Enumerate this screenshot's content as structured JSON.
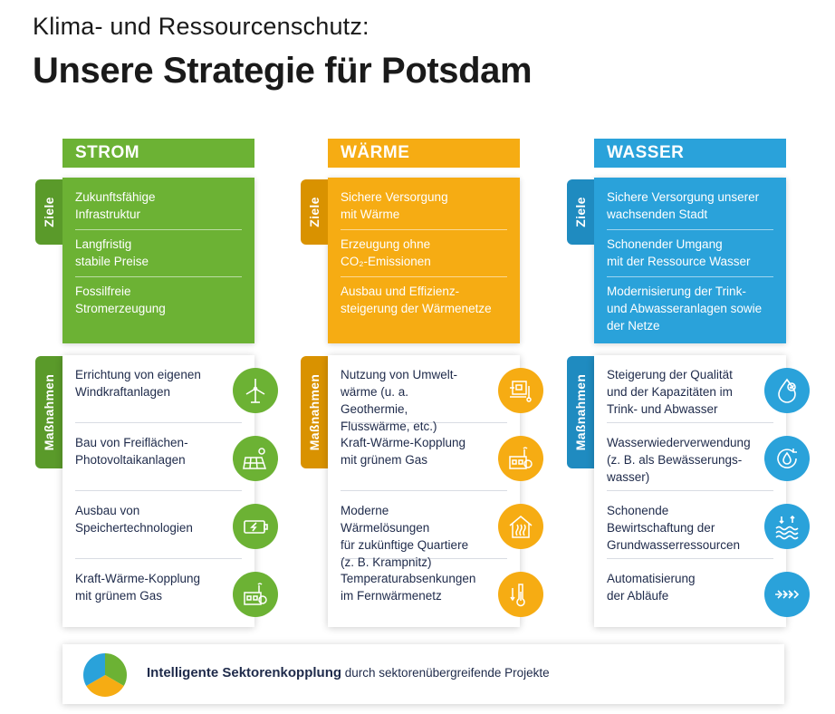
{
  "header": {
    "subtitle": "Klima- und Ressourcenschutz:",
    "title": "Unsere Strategie für Potsdam"
  },
  "tags": {
    "goals": "Ziele",
    "measures": "Maßnahmen"
  },
  "columns": [
    {
      "title": "STROM",
      "color": "#6cb234",
      "goals": [
        "Zukunftsfähige\nInfrastruktur",
        "Langfristig\nstabile Preise",
        "Fossilfreie\nStromerzeugung"
      ],
      "measures": [
        {
          "text": "Errichtung von eigenen\nWindkraftanlagen",
          "icon": "wind-turbine-icon"
        },
        {
          "text": "Bau von Freiflächen-\nPhotovoltaikanlagen",
          "icon": "solar-panel-icon"
        },
        {
          "text": "Ausbau von\nSpeichertechnologien",
          "icon": "battery-icon"
        },
        {
          "text": "Kraft-Wärme-Kopplung\nmit grünem Gas",
          "icon": "power-plant-icon"
        }
      ]
    },
    {
      "title": "WÄRME",
      "color": "#f6ac13",
      "goals": [
        "Sichere Versorgung\nmit Wärme",
        "Erzeugung ohne\nCO₂-Emissionen",
        "Ausbau und Effizienz-\nsteigerung der Wärmenetze"
      ],
      "measures": [
        {
          "text": "Nutzung von Umwelt-\nwärme (u. a. Geothermie,\nFlusswärme, etc.)",
          "icon": "heat-pump-icon"
        },
        {
          "text": "Kraft-Wärme-Kopplung\nmit grünem Gas",
          "icon": "power-plant-icon"
        },
        {
          "text": "Moderne Wärmelösungen\nfür zukünftige Quartiere\n(z. B. Krampnitz)",
          "icon": "house-heat-icon"
        },
        {
          "text": "Temperaturabsenkungen\nim Fernwärmenetz",
          "icon": "thermometer-icon"
        }
      ]
    },
    {
      "title": "WASSER",
      "color": "#2aa2da",
      "goals": [
        "Sichere Versorgung unserer\nwachsenden Stadt",
        "Schonender Umgang\nmit der Ressource Wasser",
        "Modernisierung der Trink-\nund Abwasseranlagen sowie\nder Netze"
      ],
      "measures": [
        {
          "text": "Steigerung der Qualität\nund der Kapazitäten im\nTrink- und Abwasser",
          "icon": "water-drop-check-icon"
        },
        {
          "text": "Wasserwiederverwendung\n(z. B. als Bewässerungs-\nwasser)",
          "icon": "water-cycle-icon"
        },
        {
          "text": "Schonende\nBewirtschaftung der\nGrundwasserressourcen",
          "icon": "groundwater-icon"
        },
        {
          "text": "Automatisierung\nder Abläufe",
          "icon": "automation-arrows-icon"
        }
      ]
    }
  ],
  "footer": {
    "bold": "Intelligente Sektorenkopplung",
    "text": " durch sektorenübergreifende Projekte",
    "pie_colors": [
      "#6cb234",
      "#f6ac13",
      "#2aa2da"
    ]
  }
}
